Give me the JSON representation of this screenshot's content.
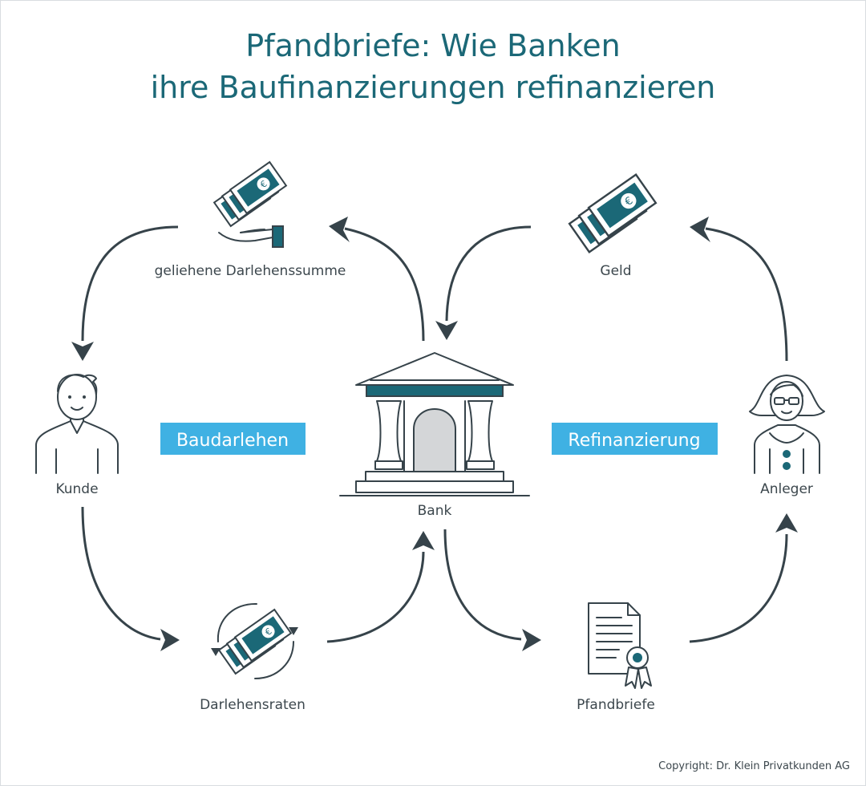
{
  "title": {
    "line1": "Pfandbriefe: Wie Banken",
    "line2": "ihre Baufinanzierungen refinanzieren"
  },
  "nodes": {
    "loan_amount": "geliehene Darlehenssumme",
    "money": "Geld",
    "customer": "Kunde",
    "bank": "Bank",
    "investor": "Anleger",
    "installments": "Darlehensraten",
    "covered_bonds": "Pfandbriefe"
  },
  "badges": {
    "left": "Baudarlehen",
    "right": "Refinanzierung"
  },
  "copyright": "Copyright: Dr. Klein Privatkunden AG",
  "colors": {
    "title": "#1b6877",
    "badge": "#3fb1e3",
    "accent": "#1b6877",
    "line": "#36434a",
    "text": "#3c474d"
  },
  "icons": [
    "banknotes-icon",
    "hand-icon",
    "man-icon",
    "bank-building-icon",
    "woman-icon",
    "cycle-banknotes-icon",
    "certificate-icon"
  ]
}
